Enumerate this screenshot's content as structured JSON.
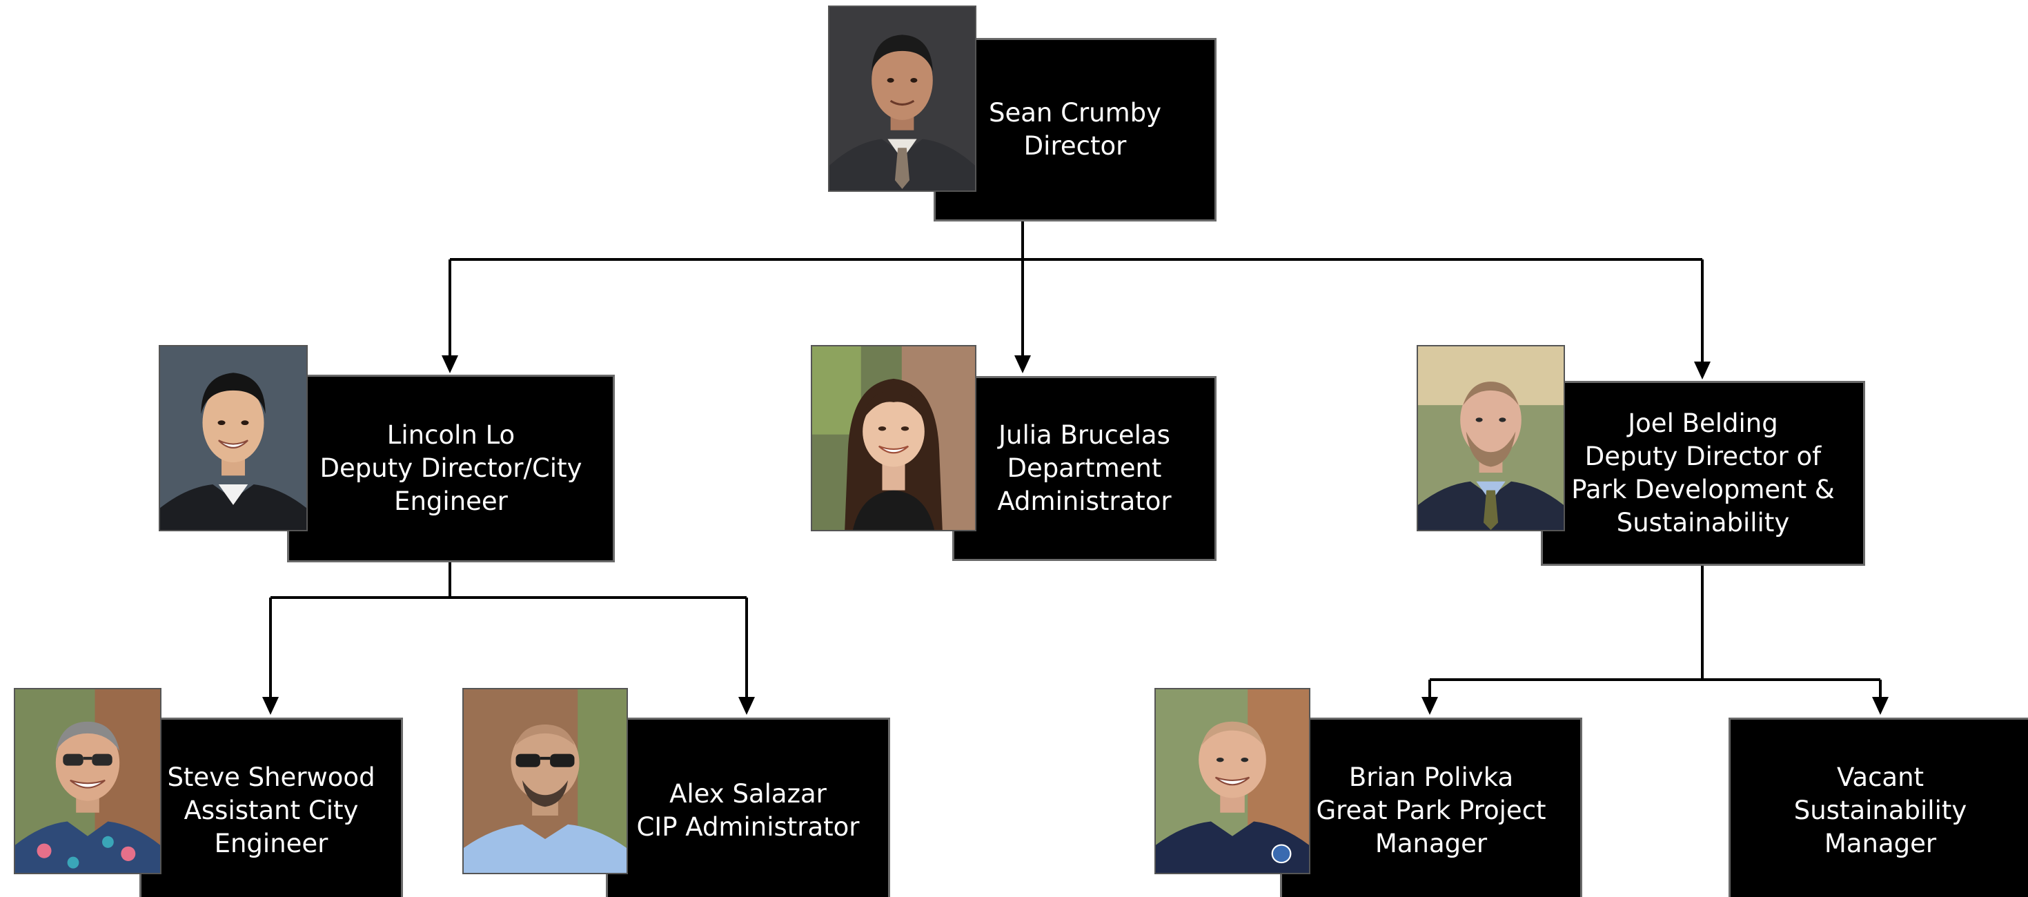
{
  "org_chart": {
    "director": {
      "name": "Sean Crumby",
      "title_lines": [
        "Director"
      ]
    },
    "lincoln": {
      "name": "Lincoln Lo",
      "title_lines": [
        "Deputy Director/City",
        "Engineer"
      ]
    },
    "julia": {
      "name": "Julia Brucelas",
      "title_lines": [
        "Department",
        "Administrator"
      ]
    },
    "joel": {
      "name": "Joel Belding",
      "title_lines": [
        "Deputy Director of",
        "Park Development &",
        "Sustainability"
      ]
    },
    "steve": {
      "name": "Steve Sherwood",
      "title_lines": [
        "Assistant City",
        "Engineer"
      ]
    },
    "alex": {
      "name": "Alex Salazar",
      "title_lines": [
        "CIP Administrator"
      ]
    },
    "brian": {
      "name": "Brian Polivka",
      "title_lines": [
        "Great Park Project",
        "Manager"
      ]
    },
    "vacant": {
      "name": "Vacant",
      "title_lines": [
        "Sustainability",
        "Manager"
      ]
    }
  },
  "colors": {
    "box_fill": "#000000",
    "box_border": "#6a6a6a",
    "text": "#ffffff",
    "connector": "#000000",
    "background": "#ffffff"
  }
}
